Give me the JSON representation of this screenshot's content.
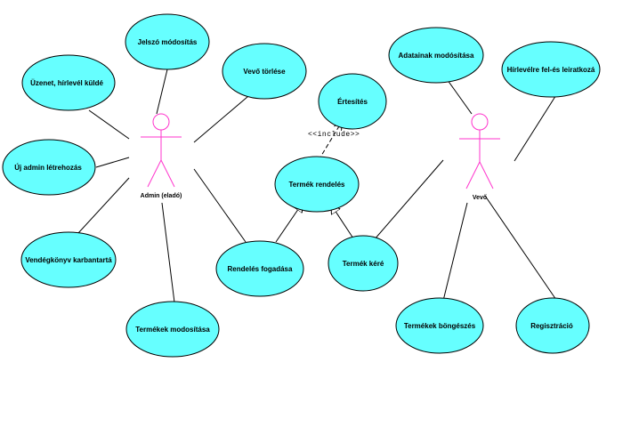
{
  "colors": {
    "usecase_fill": "#66ffff",
    "actor_stroke": "#ff33cc",
    "line": "#000000"
  },
  "actors": {
    "admin": {
      "label": "Admin (eladó)"
    },
    "vevo": {
      "label": "Vevő"
    }
  },
  "use_cases": {
    "jelszo": "Jelszó módosítás",
    "uzenet": "Üzenet, hírlevél küldé",
    "vevo_torles": "Vevő törlése",
    "uj_admin": "Új admin létrehozás",
    "vendegkonyv": "Vendégkönyv karbantartá",
    "termekek_mod": "Termékek modosítása",
    "rendeles_fogadas": "Rendelés fogadása",
    "termek_rendeles": "Termék rendelés",
    "ertesites": "Értesítés",
    "termek_kere": "Termék kéré",
    "adatainak": "Adatainak modósítása",
    "hirlevel": "Hírlevélre fel-és leiratkozá",
    "bongeszes": "Termékek böngészés",
    "regisztracio": "Regisztráció"
  },
  "relations": {
    "include_label": "<<include>>"
  }
}
